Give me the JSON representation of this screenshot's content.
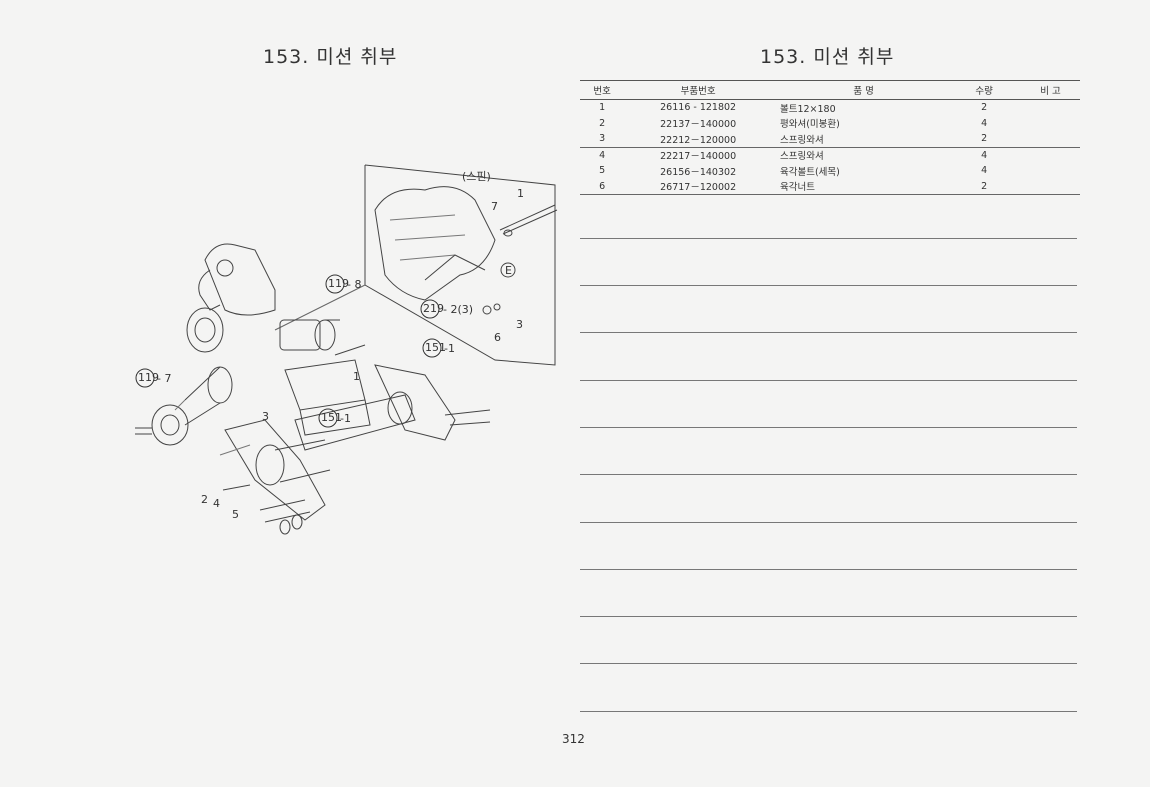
{
  "left_title": "153. 미션 취부",
  "right_title": "153. 미션 취부",
  "table": {
    "headers": {
      "no": "번호",
      "part": "부품번호",
      "name": "품 명",
      "qty": "수량",
      "note": "비 고"
    },
    "rows": [
      {
        "no": "1",
        "part": "26116 - 121802",
        "name": "볼트12×180",
        "qty": "2",
        "note": ""
      },
      {
        "no": "2",
        "part": "22137－140000",
        "name": "평와셔(미봉환)",
        "qty": "4",
        "note": ""
      },
      {
        "no": "3",
        "part": "22212－120000",
        "name": "스프링와셔",
        "qty": "2",
        "note": ""
      },
      {
        "no": "4",
        "part": "22217－140000",
        "name": "스프링와셔",
        "qty": "4",
        "note": ""
      },
      {
        "no": "5",
        "part": "26156－140302",
        "name": "육각볼트(세목)",
        "qty": "4",
        "note": ""
      },
      {
        "no": "6",
        "part": "26717－120002",
        "name": "육각너트",
        "qty": "2",
        "note": ""
      }
    ]
  },
  "diagram": {
    "labels": {
      "spin": "(스핀)",
      "l1": "1",
      "l7": "7",
      "lE": "E",
      "ref219": "219",
      "ref219_suffix": "- 2(3)",
      "l6": "6",
      "l3": "3",
      "ref119a": "119",
      "ref119a_suffix": "- 8",
      "ref151a": "151",
      "ref151a_suffix": "-1",
      "ref119b": "119",
      "ref119b_suffix": "- 7",
      "ref151b": "151",
      "ref151b_suffix": "-1",
      "l1b": "1",
      "l3b": "3",
      "l2": "2",
      "l4": "4",
      "l5": "5"
    }
  },
  "page_number": "312"
}
